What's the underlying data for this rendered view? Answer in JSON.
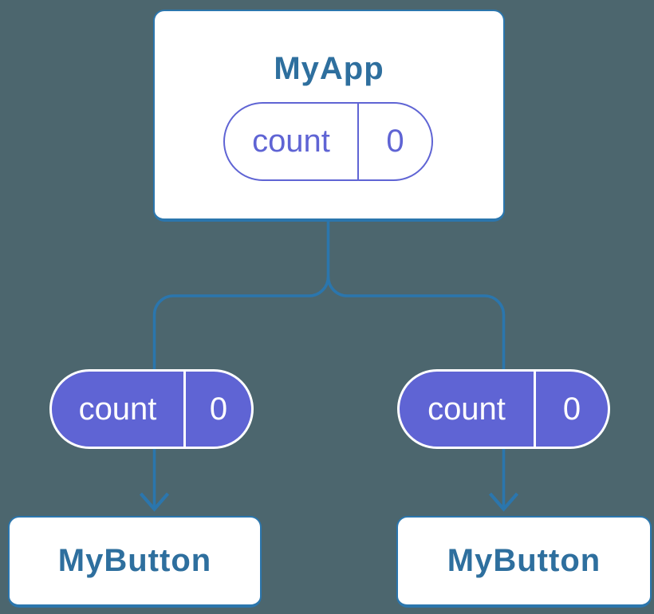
{
  "colors": {
    "background": "#4c666e",
    "node_fill": "#ffffff",
    "node_border": "#2b76ad",
    "title_text": "#2e6f9e",
    "connector_line": "#2b76ad",
    "state_purple": "#5f64d4",
    "pill_text_on_purple": "#ffffff"
  },
  "diagram": {
    "root": {
      "title": "MyApp",
      "state": {
        "label": "count",
        "value": "0"
      }
    },
    "props": [
      {
        "label": "count",
        "value": "0"
      },
      {
        "label": "count",
        "value": "0"
      }
    ],
    "children": [
      {
        "title": "MyButton"
      },
      {
        "title": "MyButton"
      }
    ]
  }
}
